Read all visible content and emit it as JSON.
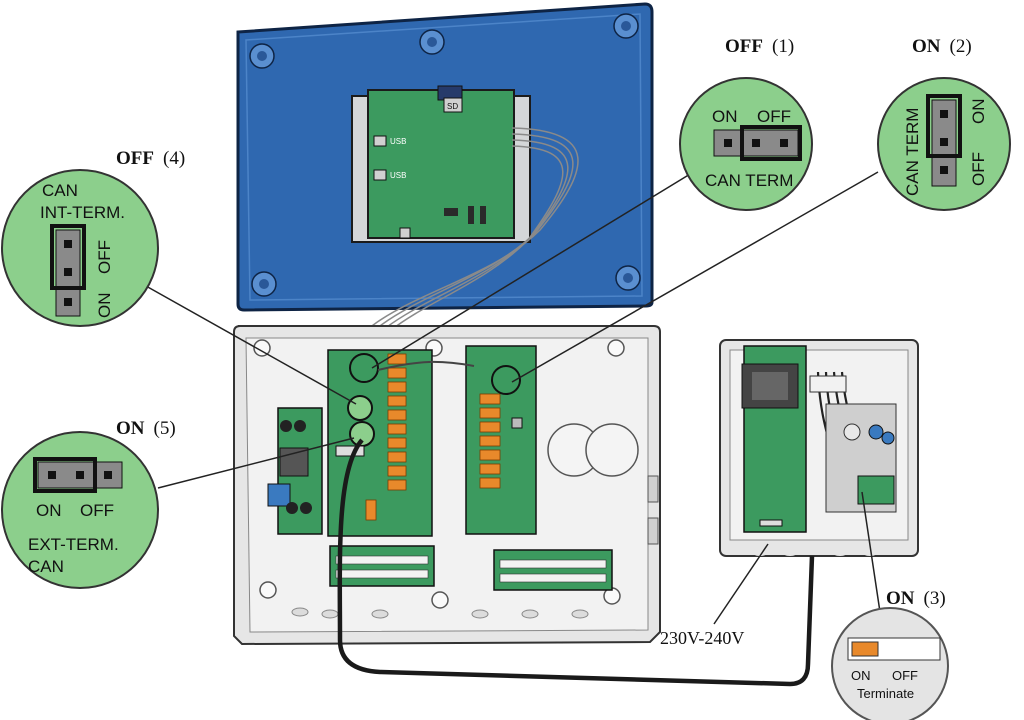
{
  "callouts": {
    "c1": {
      "state": "OFF",
      "num": "(1)",
      "left": "ON",
      "right": "OFF",
      "bottom": "CAN TERM"
    },
    "c2": {
      "state": "ON",
      "num": "(2)",
      "vleft": "CAN TERM",
      "vright_top": "ON",
      "vright_bottom": "OFF"
    },
    "c3": {
      "state": "ON",
      "num": "(3)",
      "left": "ON",
      "right": "OFF",
      "bottom": "Terminate"
    },
    "c4": {
      "state": "OFF",
      "num": "(4)",
      "line1": "CAN",
      "line2": "INT-TERM.",
      "vtop": "OFF",
      "vbottom": "ON"
    },
    "c5": {
      "state": "ON",
      "num": "(5)",
      "left": "ON",
      "right": "OFF",
      "line1": "EXT-TERM.",
      "line2": "CAN"
    }
  },
  "voltage_label": "230V-240V",
  "board_labels": {
    "usb1": "USB",
    "usb2": "USB",
    "sd": "SD"
  },
  "colors": {
    "panel_blue": "#2f68b0",
    "pcb_green": "#3c9a5f",
    "callout_green": "#8ccf8c",
    "relay_orange": "#e8892b",
    "enclosure_grey": "#e6e6e6"
  }
}
